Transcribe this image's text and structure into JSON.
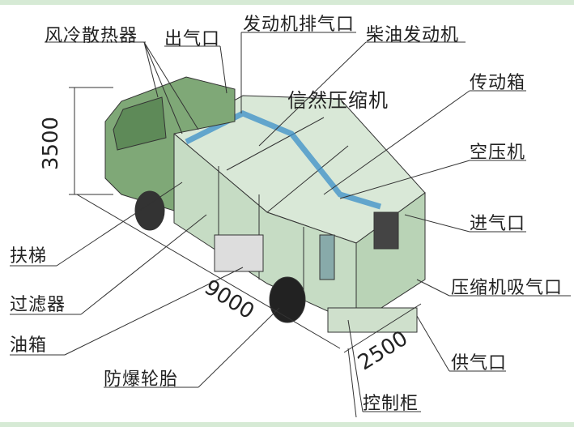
{
  "labels": {
    "air_cooled_radiator": "风冷散热器",
    "air_outlet": "出气口",
    "engine_exhaust": "发动机排气口",
    "diesel_engine": "柴油发动机",
    "compressor_title": "信然压缩机",
    "transmission_box": "传动箱",
    "air_compressor": "空压机",
    "air_inlet": "进气口",
    "compressor_intake": "压缩机吸气口",
    "air_supply_port": "供气口",
    "control_cabinet": "控制柜",
    "explosion_proof_tire": "防爆轮胎",
    "fuel_tank": "油箱",
    "filter": "过滤器",
    "ladder": "扶梯"
  },
  "dimensions": {
    "height": "3500",
    "length": "9000",
    "width": "2500"
  },
  "colors": {
    "band": "#d6ead5",
    "cab": "#7fa877",
    "box_glass": "#cfe3cf",
    "pipes": "#3a8fc8"
  }
}
